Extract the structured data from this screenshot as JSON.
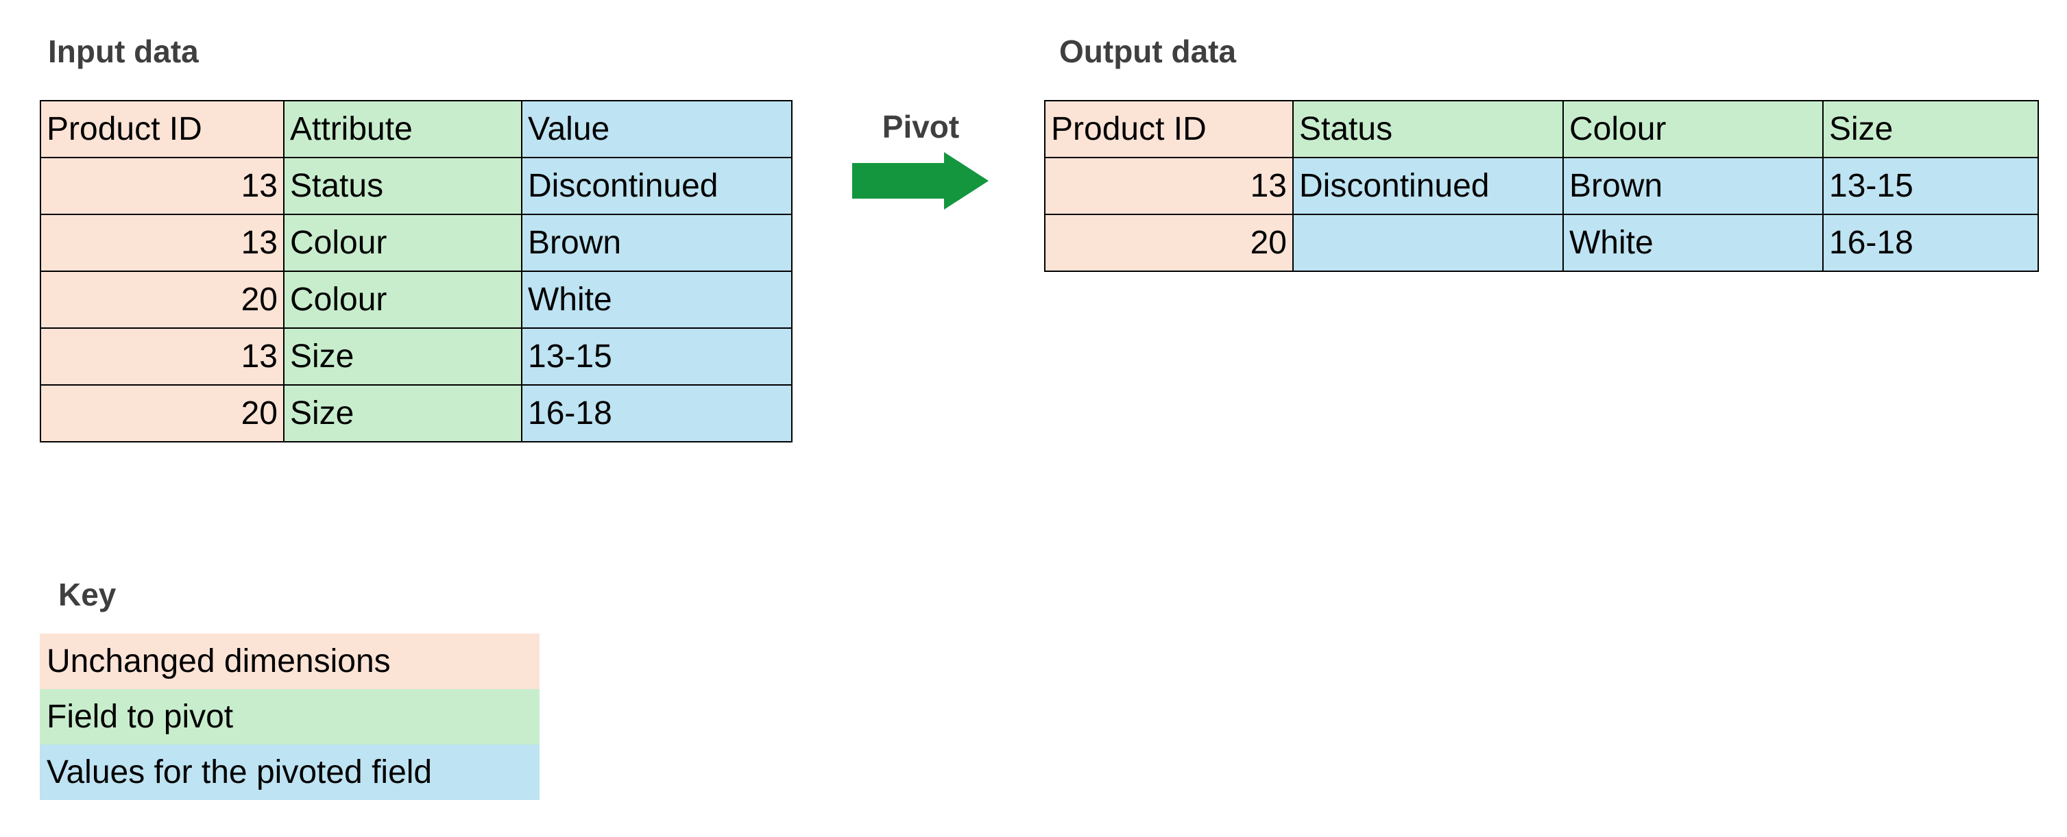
{
  "colors": {
    "dimension": "#FBE3D6",
    "pivot_field": "#C8EDCD",
    "values": "#BEE3F2",
    "arrow_green": "#14963F",
    "heading_gray": "#3F3F3F"
  },
  "pivot": {
    "label": "Pivot",
    "arrow_icon": "right-arrow"
  },
  "input_table": {
    "title": "Input data",
    "columns": [
      {
        "label": "Product ID",
        "header_color": "dimension",
        "cell_color": "dimension"
      },
      {
        "label": "Attribute",
        "header_color": "pivot_field",
        "cell_color": "pivot_field"
      },
      {
        "label": "Value",
        "header_color": "values",
        "cell_color": "values"
      }
    ],
    "rows": [
      [
        "13",
        "Status",
        "Discontinued"
      ],
      [
        "13",
        "Colour",
        "Brown"
      ],
      [
        "20",
        "Colour",
        "White"
      ],
      [
        "13",
        "Size",
        "13-15"
      ],
      [
        "20",
        "Size",
        "16-18"
      ]
    ]
  },
  "output_table": {
    "title": "Output data",
    "columns": [
      {
        "label": "Product ID",
        "header_color": "dimension",
        "cell_color": "dimension"
      },
      {
        "label": "Status",
        "header_color": "pivot_field",
        "cell_color": "values"
      },
      {
        "label": "Colour",
        "header_color": "pivot_field",
        "cell_color": "values"
      },
      {
        "label": "Size",
        "header_color": "pivot_field",
        "cell_color": "values"
      }
    ],
    "rows": [
      [
        "13",
        "Discontinued",
        "Brown",
        "13-15"
      ],
      [
        "20",
        "",
        "White",
        "16-18"
      ]
    ]
  },
  "key": {
    "title": "Key",
    "items": [
      {
        "label": "Unchanged dimensions",
        "color": "dimension"
      },
      {
        "label": "Field to pivot",
        "color": "pivot_field"
      },
      {
        "label": "Values for the pivoted field",
        "color": "values"
      }
    ]
  }
}
